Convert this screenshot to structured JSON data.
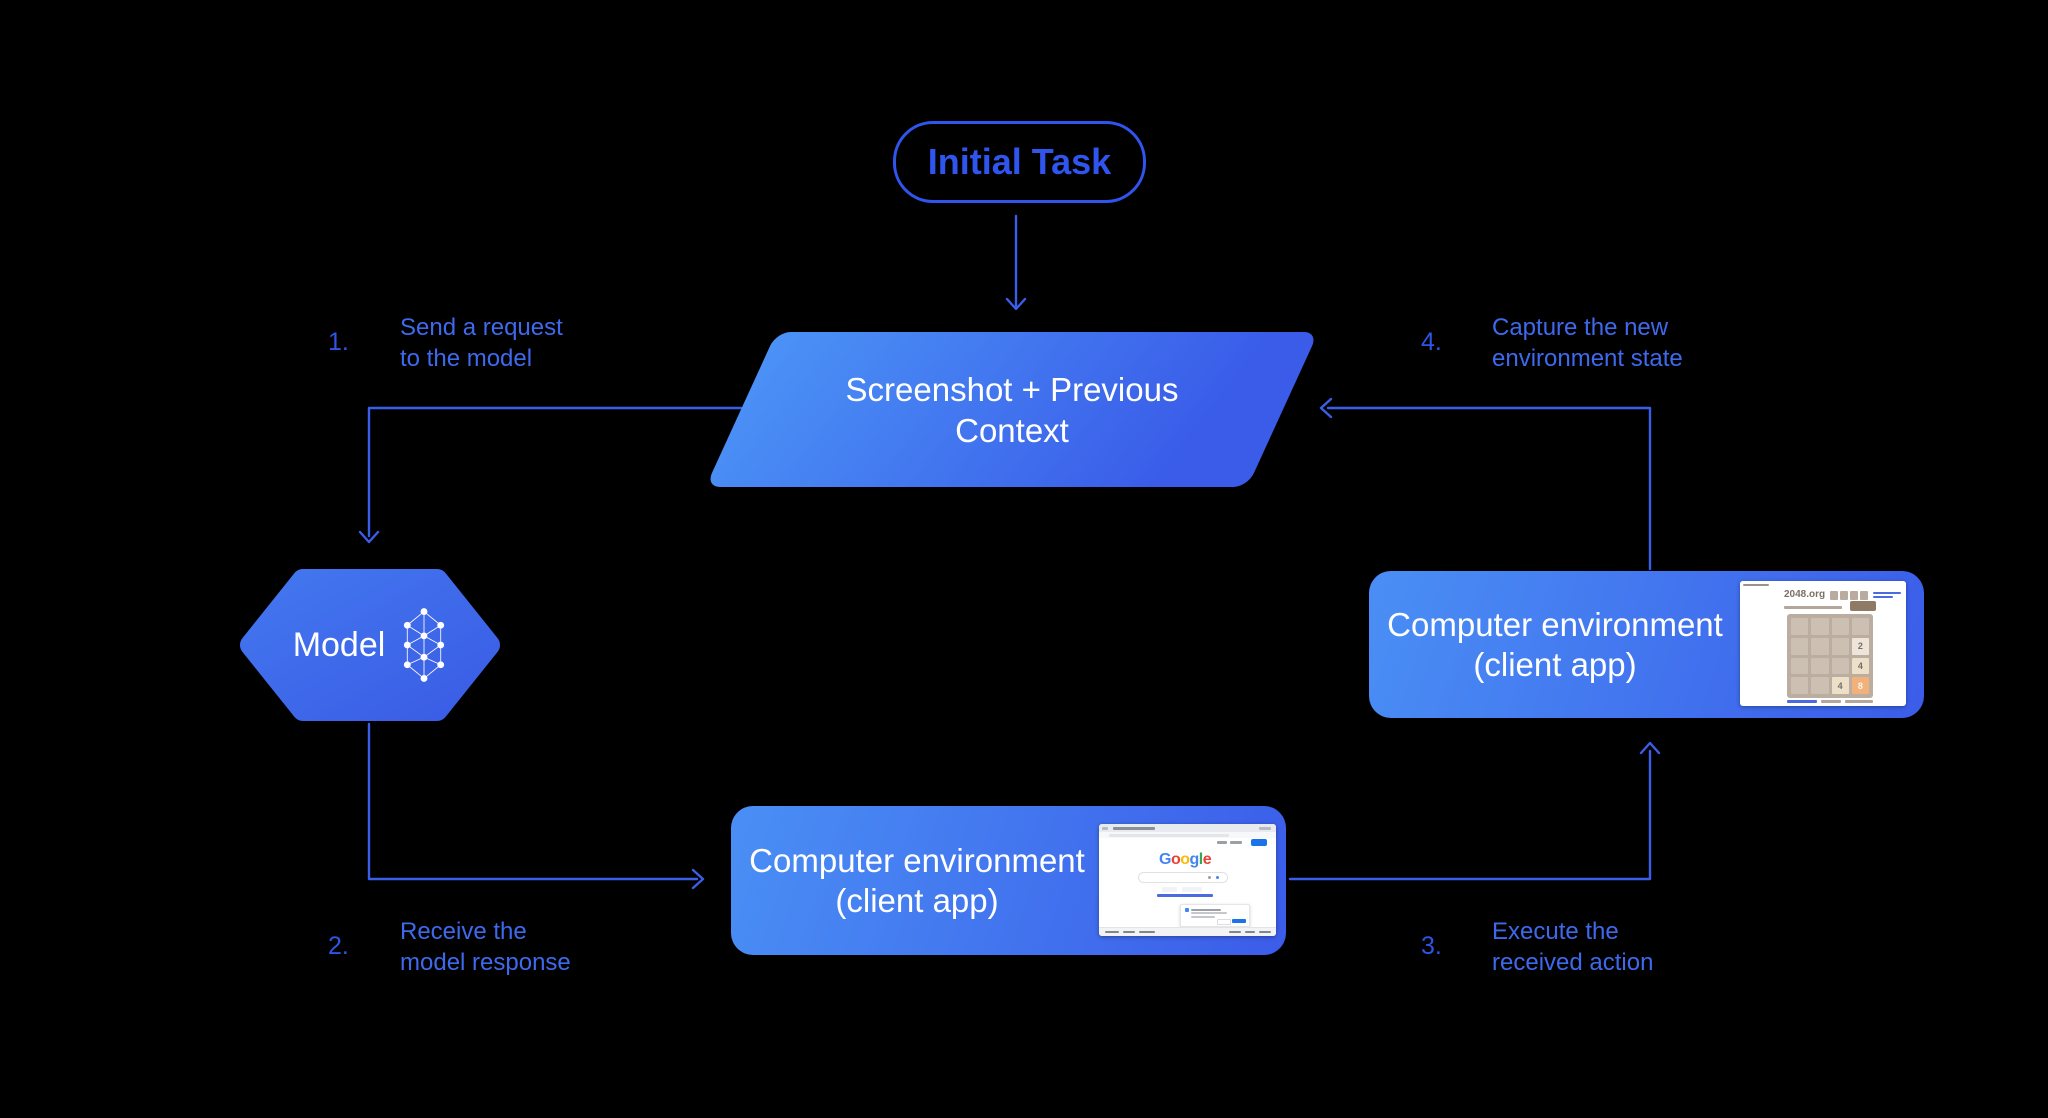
{
  "diagram": {
    "initial_task": "Initial Task",
    "context_node": {
      "line1": "Screenshot + Previous",
      "line2": "Context"
    },
    "model_node": {
      "label": "Model",
      "icon": "neural-network-icon"
    },
    "env_node_bottom": {
      "line1": "Computer environment",
      "line2": "(client app)",
      "thumbnail": "google-homepage"
    },
    "env_node_right": {
      "line1": "Computer environment",
      "line2": "(client app)",
      "thumbnail": "2048-game"
    },
    "steps": [
      {
        "num": "1.",
        "line1": "Send a request",
        "line2": "to the model"
      },
      {
        "num": "2.",
        "line1": "Receive the",
        "line2": "model response"
      },
      {
        "num": "3.",
        "line1": "Execute the",
        "line2": "received action"
      },
      {
        "num": "4.",
        "line1": "Capture the new",
        "line2": "environment state"
      }
    ],
    "colors": {
      "background": "#000000",
      "outline_blue": "#2f55ee",
      "arrow_blue": "#3a5ee8",
      "step_number_blue": "#2e55e6",
      "step_text_blue": "#3f69ec",
      "shape_gradient_start": "#4a8ff5",
      "shape_gradient_end": "#3a5ce9",
      "shape_text": "#ffffff"
    }
  },
  "thumbnails": {
    "game2048": {
      "site_title": "2048.org",
      "tiles": [
        {
          "row": 2,
          "col": 4,
          "value": "2"
        },
        {
          "row": 3,
          "col": 4,
          "value": "4"
        },
        {
          "row": 4,
          "col": 3,
          "value": "4"
        },
        {
          "row": 4,
          "col": 4,
          "value": "8"
        }
      ]
    },
    "google": {
      "letters": [
        "G",
        "o",
        "o",
        "g",
        "l",
        "e"
      ],
      "letter_colors": [
        "#4285f4",
        "#ea4335",
        "#fbbc05",
        "#4285f4",
        "#34a853",
        "#ea4335"
      ]
    }
  }
}
